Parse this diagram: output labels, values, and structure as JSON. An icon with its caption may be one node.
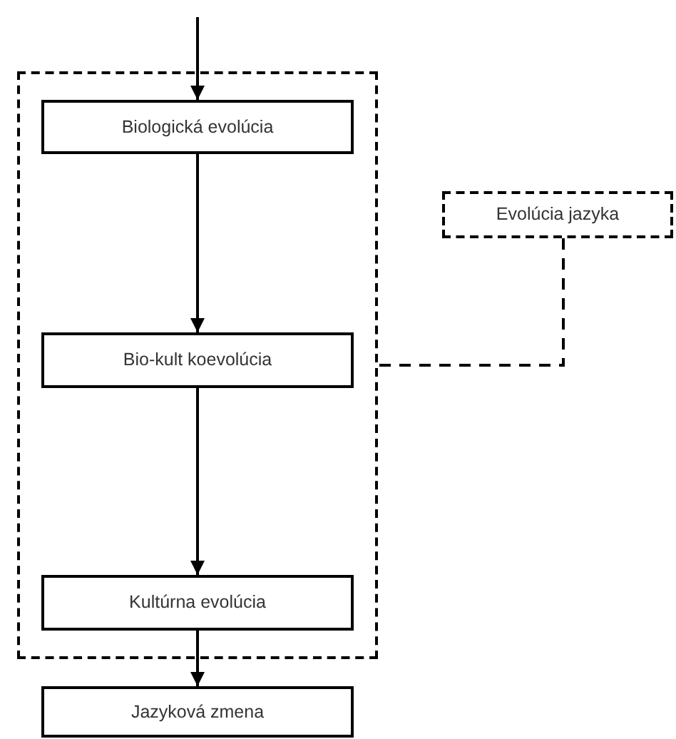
{
  "diagram": {
    "nodes": [
      {
        "text": [],
        "shape": "box"
      },
      {
        "text": [
          "Biologická evolúcia"
        ],
        "in": 0
      },
      {
        "text": [
          "Bio-kult koevolúcia"
        ],
        "in": 0
      },
      {
        "text": [
          "Kultúrna evolúcia"
        ],
        "in": 0
      },
      {
        "text": [
          "Jazyková zmena"
        ]
      },
      {
        "text": [
          "Evolúcia jazyka"
        ]
      }
    ],
    "edges": [
      {
        "from": null,
        "to": 1,
        "arrow": "to"
      },
      {
        "from": 1,
        "to": 2,
        "arrow": "to"
      },
      {
        "from": 2,
        "to": 3,
        "arrow": "to"
      },
      {
        "from": 3,
        "to": 4,
        "arrow": "to"
      },
      {
        "from": 5,
        "to": 0,
        "arrow": "none",
        "style": "dashed"
      }
    ]
  }
}
